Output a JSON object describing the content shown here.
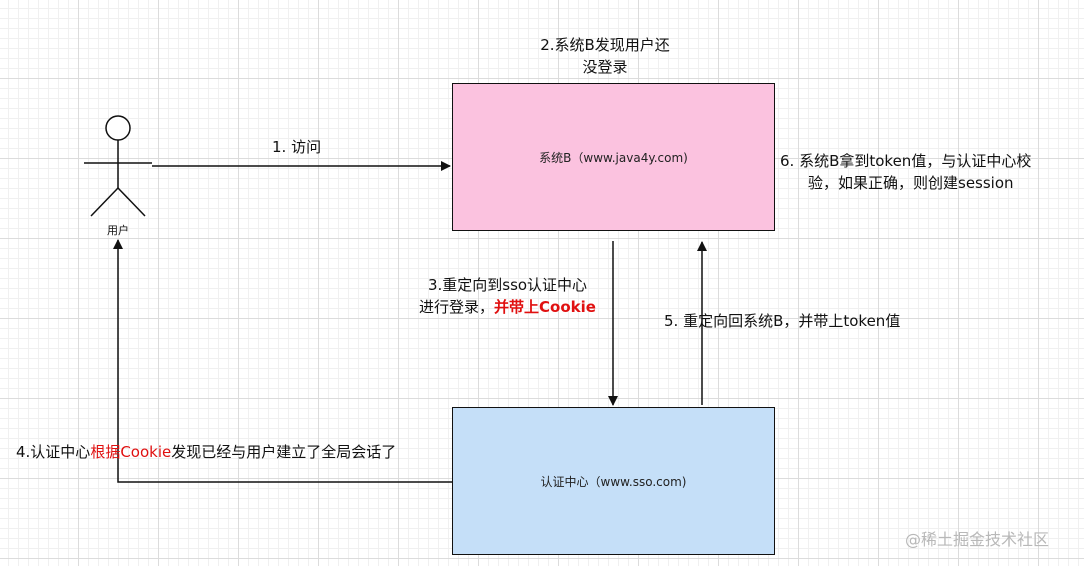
{
  "actor": {
    "name": "用户"
  },
  "boxes": {
    "system_b": "系统B（www.java4y.com)",
    "auth_center": "认证中心（www.sso.com)"
  },
  "steps": {
    "s1": "1.  访问",
    "s2_line1": "2.系统B发现用户还",
    "s2_line2": "没登录",
    "s3_line1": "3.重定向到sso认证中心",
    "s3_line2_prefix": "进行登录，",
    "s3_line2_emph": "并带上Cookie",
    "s4_prefix": "4.认证中心",
    "s4_emph": "根据Cookie",
    "s4_suffix": "发现已经与用户建立了全局会话了",
    "s5": "5. 重定向回系统B，并带上token值",
    "s6_line1": "6. 系统B拿到token值，与认证中心校",
    "s6_line2": "验，如果正确，则创建session"
  },
  "watermark": "@稀土掘金技术社区",
  "colors": {
    "system_b_fill": "#fbc2df",
    "auth_center_fill": "#c5dff8",
    "emphasis": "#e01010",
    "line": "#111111"
  }
}
